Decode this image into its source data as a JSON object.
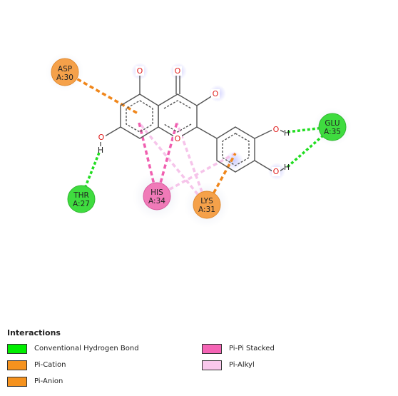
{
  "residues": [
    {
      "name": "ASP",
      "id": "A:30",
      "color": "#f5a14a",
      "interaction": "Pi-Anion"
    },
    {
      "name": "GLU",
      "id": "A:35",
      "color": "#3fdc3f",
      "interaction": "Conventional Hydrogen Bond"
    },
    {
      "name": "THR",
      "id": "A:27",
      "color": "#3fdc3f",
      "interaction": "Conventional Hydrogen Bond"
    },
    {
      "name": "HIS",
      "id": "A:34",
      "color": "#f07ab8",
      "interaction": "Pi-Pi Stacked"
    },
    {
      "name": "LYS",
      "id": "A:31",
      "color": "#f5a14a",
      "interaction": "Pi-Cation"
    }
  ],
  "atom_labels": {
    "oxygen": "O",
    "hydrogen": "H"
  },
  "legend": {
    "title": "Interactions",
    "items": [
      {
        "label": "Conventional Hydrogen Bond",
        "color": "#00ee00"
      },
      {
        "label": "Pi-Cation",
        "color": "#f5921e"
      },
      {
        "label": "Pi-Anion",
        "color": "#f5921e"
      },
      {
        "label": "Pi-Pi Stacked",
        "color": "#f564b5"
      },
      {
        "label": "Pi-Alkyl",
        "color": "#f9c8ec"
      }
    ]
  },
  "colors": {
    "bond": "#555555",
    "oxygen": "#e02020",
    "h_bond": "#22dd22",
    "pi_cation_anion": "#f0861a",
    "pi_pi_stacked": "#f05fb0",
    "pi_alkyl": "#f6c4ea",
    "halo": "#cfd0f0"
  }
}
